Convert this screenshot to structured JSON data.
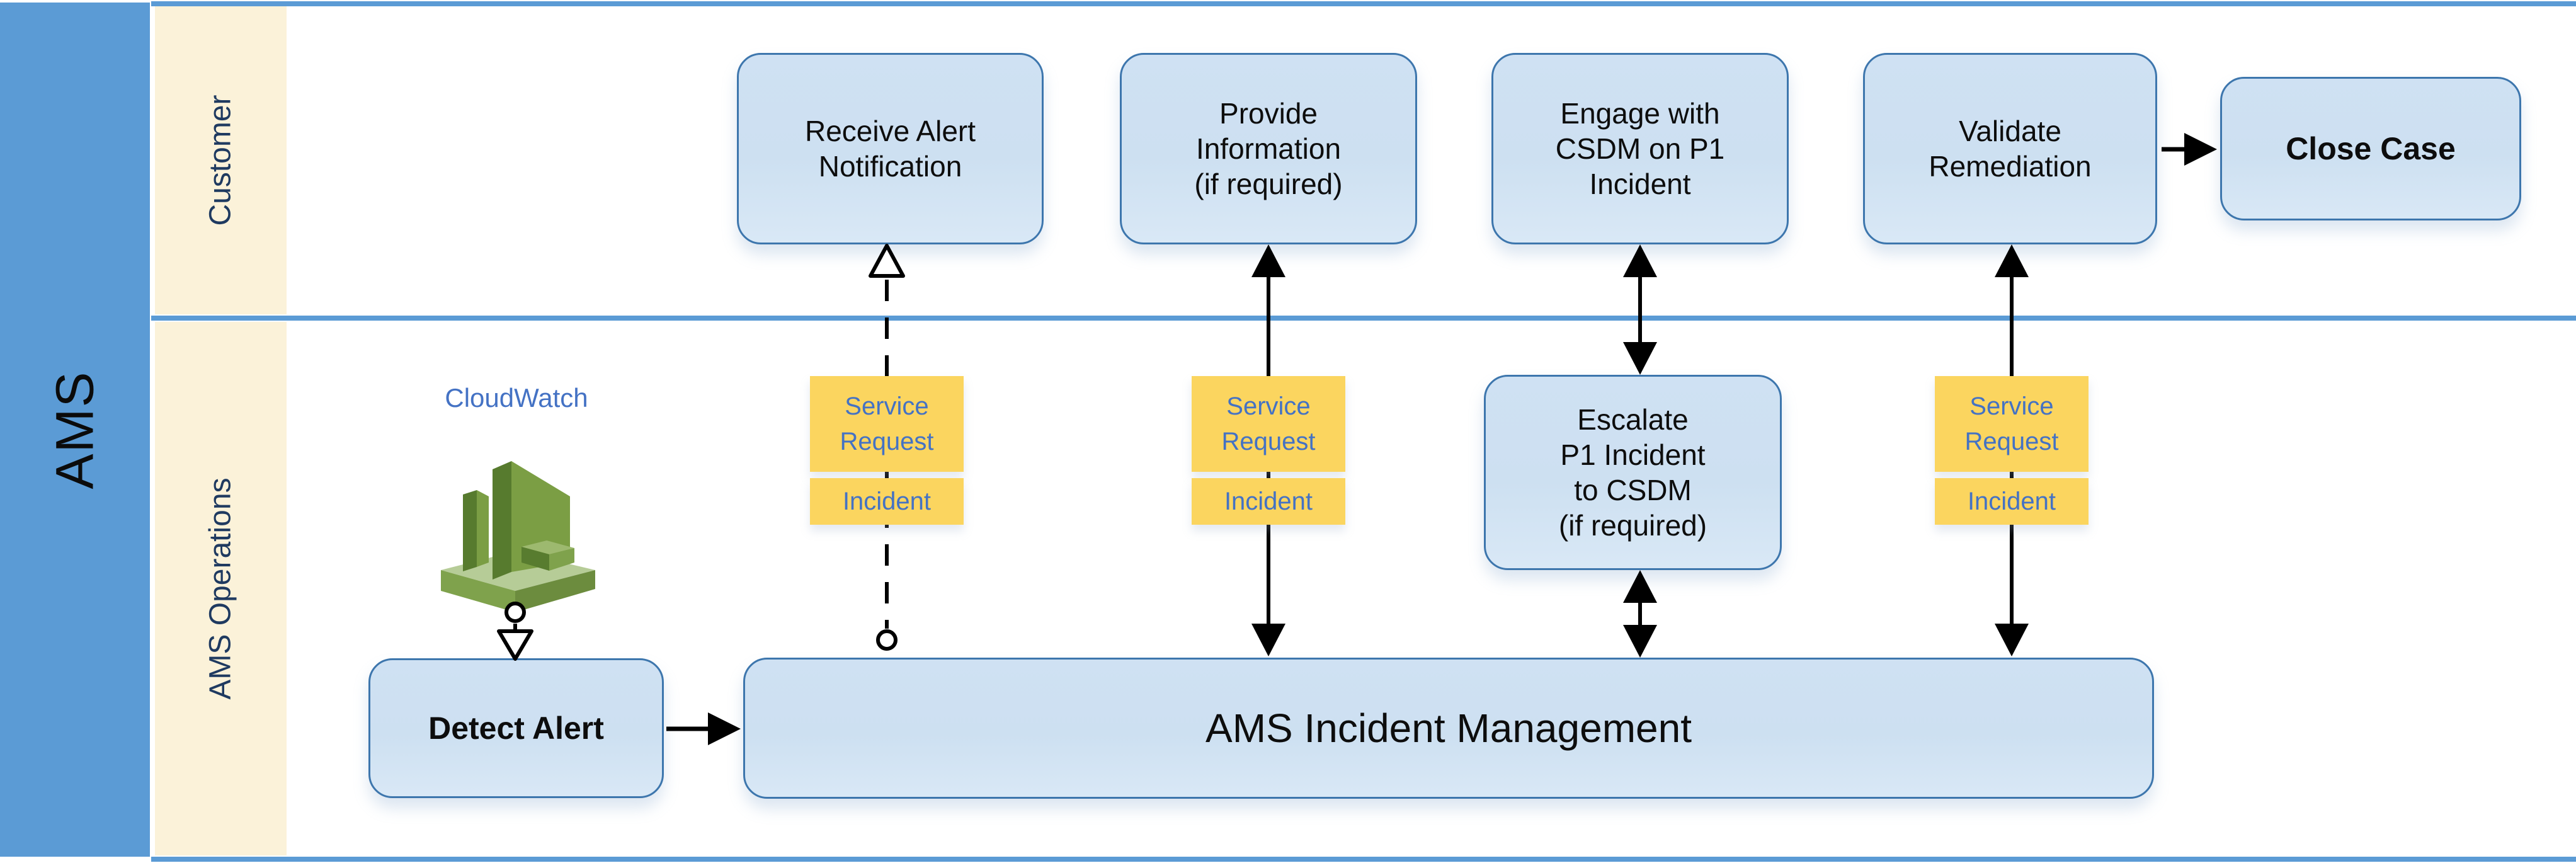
{
  "sidebar": {
    "label": "AMS"
  },
  "lanes": {
    "customer": "Customer",
    "operations": "AMS Operations"
  },
  "nodes": {
    "receive": {
      "lines": [
        "Receive Alert",
        "Notification"
      ]
    },
    "provide": {
      "lines": [
        "Provide",
        "Information",
        "(if required)"
      ]
    },
    "engage": {
      "lines": [
        "Engage with",
        "CSDM on P1",
        "Incident"
      ]
    },
    "validate": {
      "lines": [
        "Validate",
        "Remediation"
      ]
    },
    "close": {
      "lines": [
        "Close Case"
      ]
    },
    "escalate": {
      "lines": [
        "Escalate",
        "P1 Incident",
        "to CSDM",
        "(if required)"
      ]
    },
    "detect": {
      "lines": [
        "Detect Alert"
      ]
    },
    "incident_mgmt": {
      "lines": [
        "AMS Incident Management"
      ]
    }
  },
  "annotations": {
    "cloudwatch": "CloudWatch",
    "service_request": [
      "Service",
      "Request"
    ],
    "incident": "Incident"
  },
  "colors": {
    "frame_blue": "#5B9BD5",
    "lane_cream": "#FBF2D9",
    "lane_text_navy": "#1F3A60",
    "node_fill": "#CDE0F1",
    "node_border": "#3D76AD",
    "tag_yellow": "#FBD55F",
    "tag_text_blue": "#4472C4",
    "icon_green": "#7B9E44"
  }
}
